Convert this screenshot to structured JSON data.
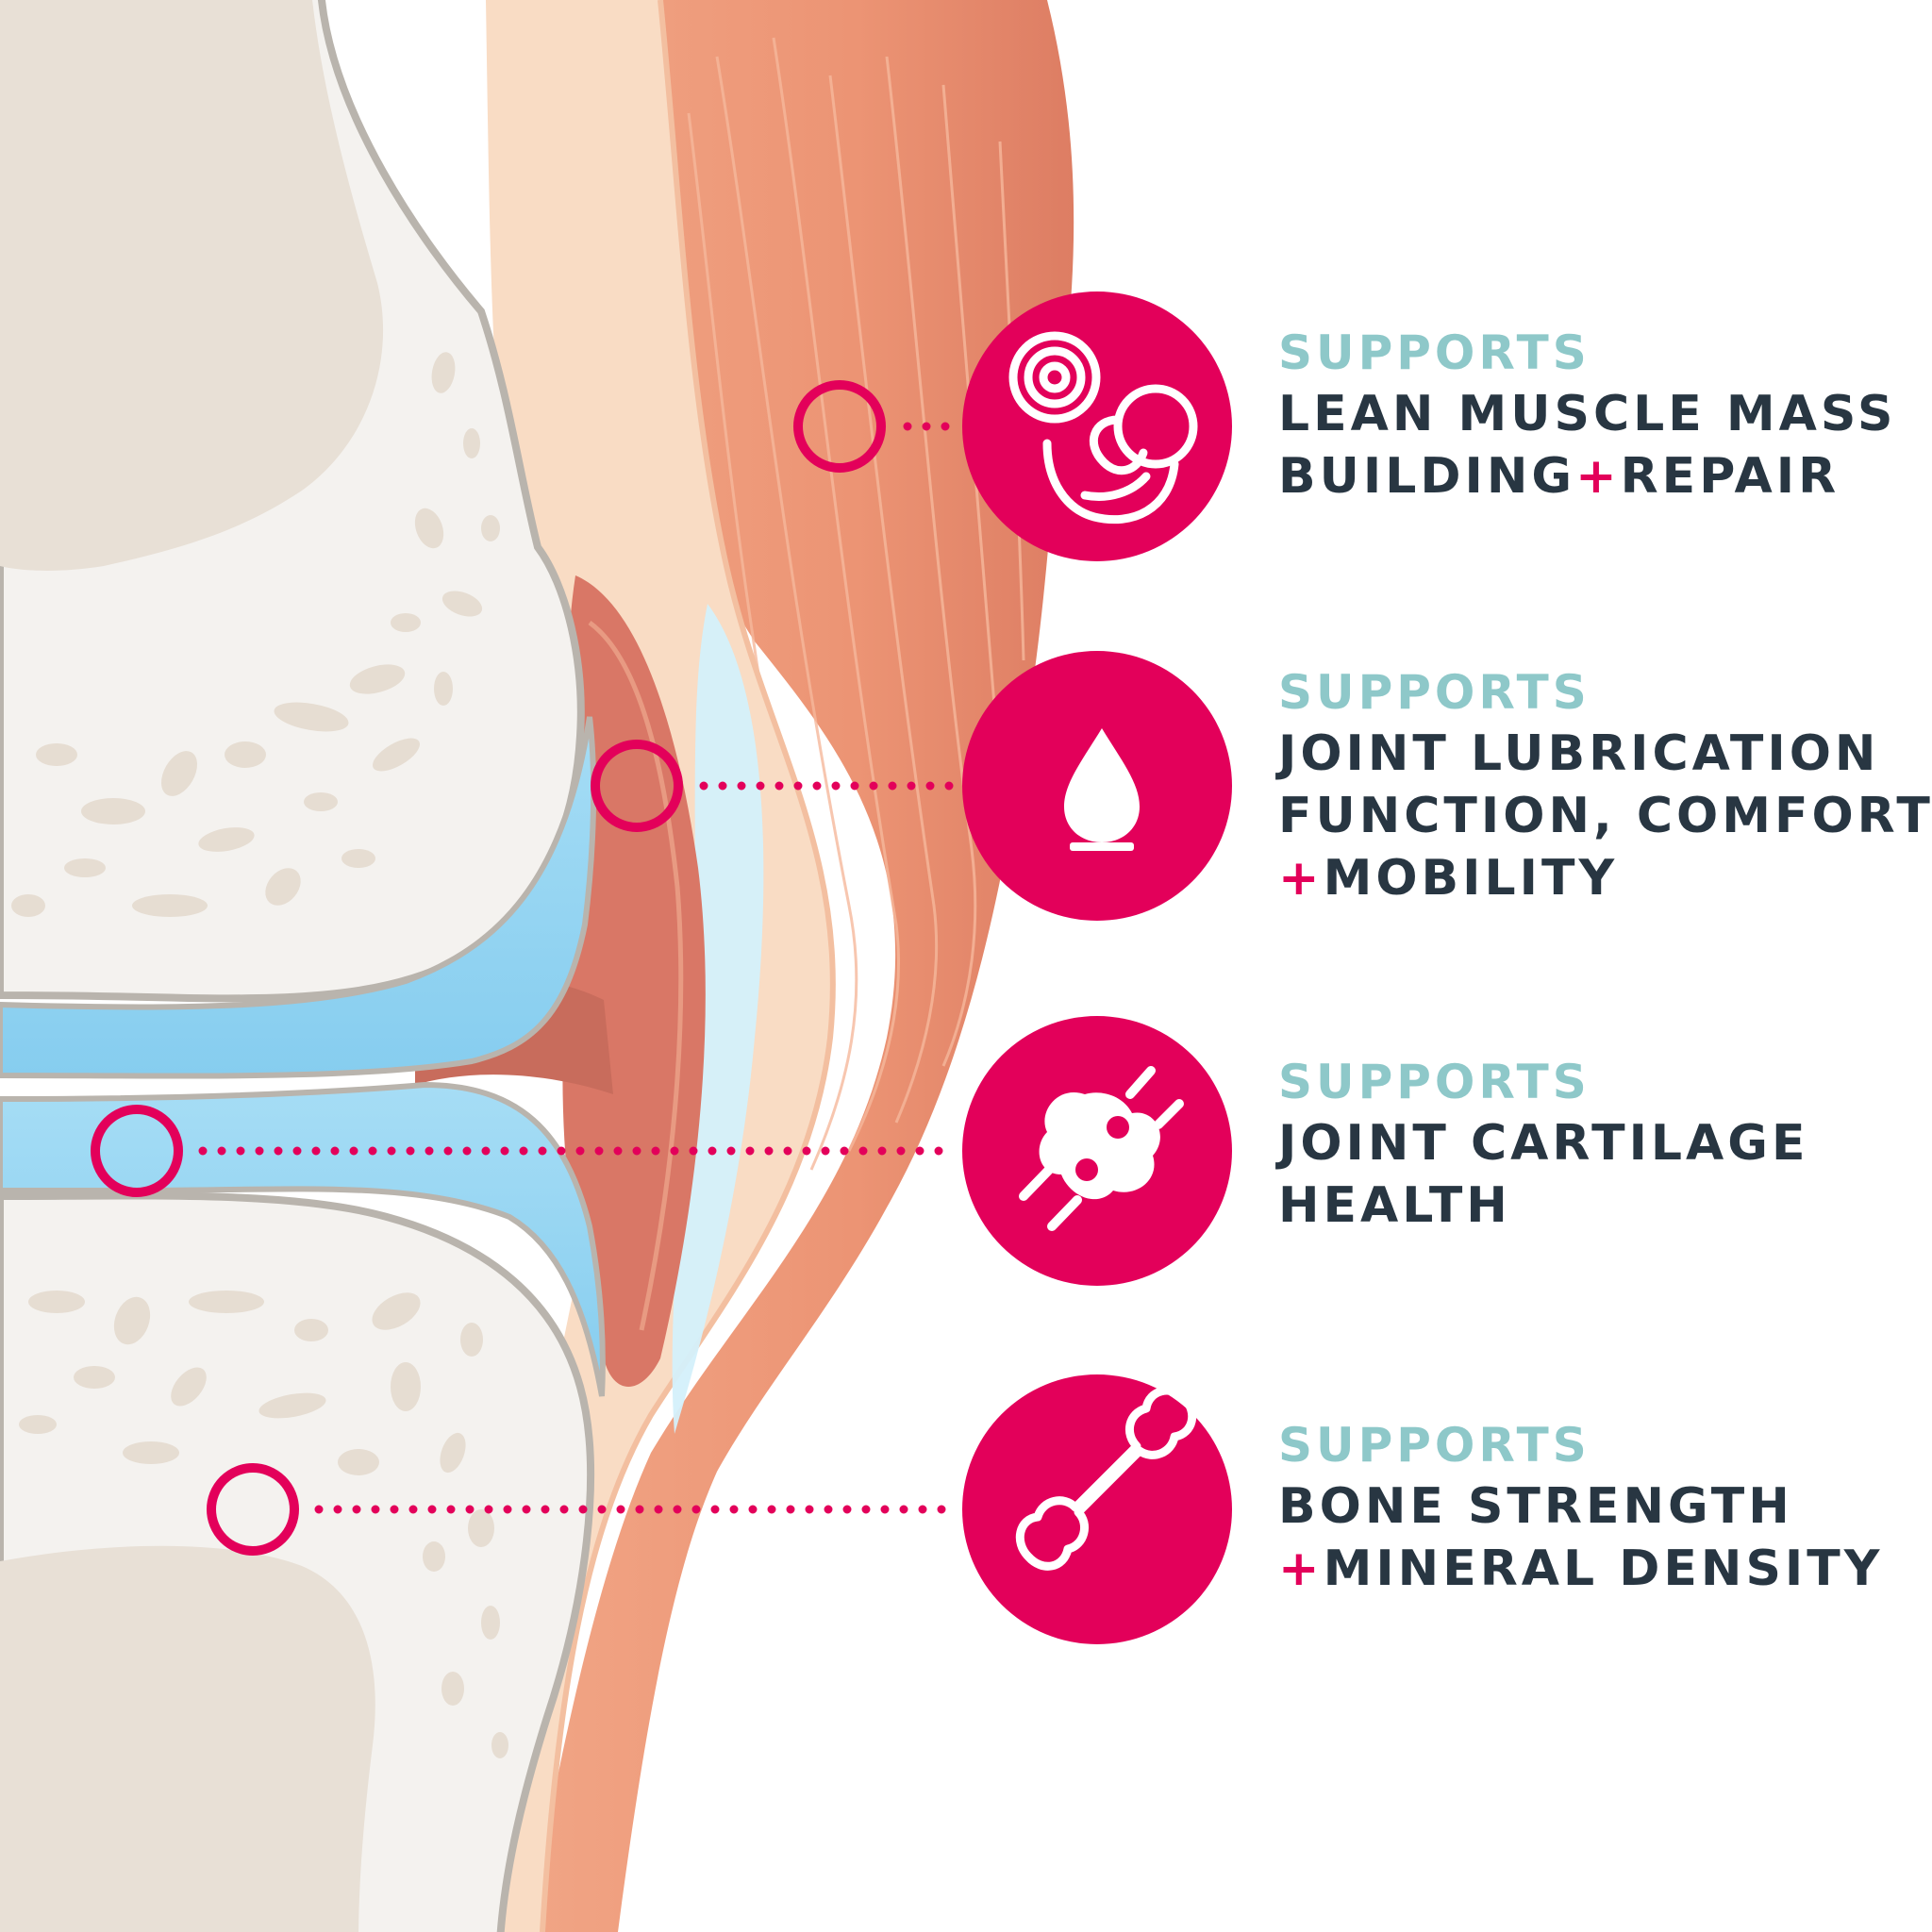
{
  "colors": {
    "accent": "#e3005a",
    "kicker": "#8ec8c9",
    "heading": "#283642",
    "bone": "#f4f2ef",
    "marrow": "#e8e0d6",
    "cartilage": "#8fd3f2",
    "muscle": "#eb9677",
    "tendon": "#f9dcc4"
  },
  "callouts": [
    {
      "icon": "muscle-target-icon",
      "kicker": "SUPPORTS",
      "line1": "LEAN MUSCLE MASS",
      "line2_pre": "BUILDING",
      "plus": "+",
      "line2_post": "REPAIR",
      "line3_pre": "",
      "line3_post": ""
    },
    {
      "icon": "droplet-icon",
      "kicker": "SUPPORTS",
      "line1": "JOINT LUBRICATION",
      "line2_pre": "FUNCTION, COMFORT",
      "plus": "+",
      "line2_post": "",
      "line3_pre": "",
      "line3_post": "MOBILITY"
    },
    {
      "icon": "joint-cartilage-icon",
      "kicker": "SUPPORTS",
      "line1": "JOINT CARTILAGE",
      "line2_pre": "HEALTH",
      "plus": "",
      "line2_post": "",
      "line3_pre": "",
      "line3_post": ""
    },
    {
      "icon": "bone-icon",
      "kicker": "SUPPORTS",
      "line1": "BONE STRENGTH",
      "line2_pre": "",
      "plus": "+",
      "line2_post": "",
      "line3_pre": "",
      "line3_post": "MINERAL DENSITY"
    }
  ]
}
